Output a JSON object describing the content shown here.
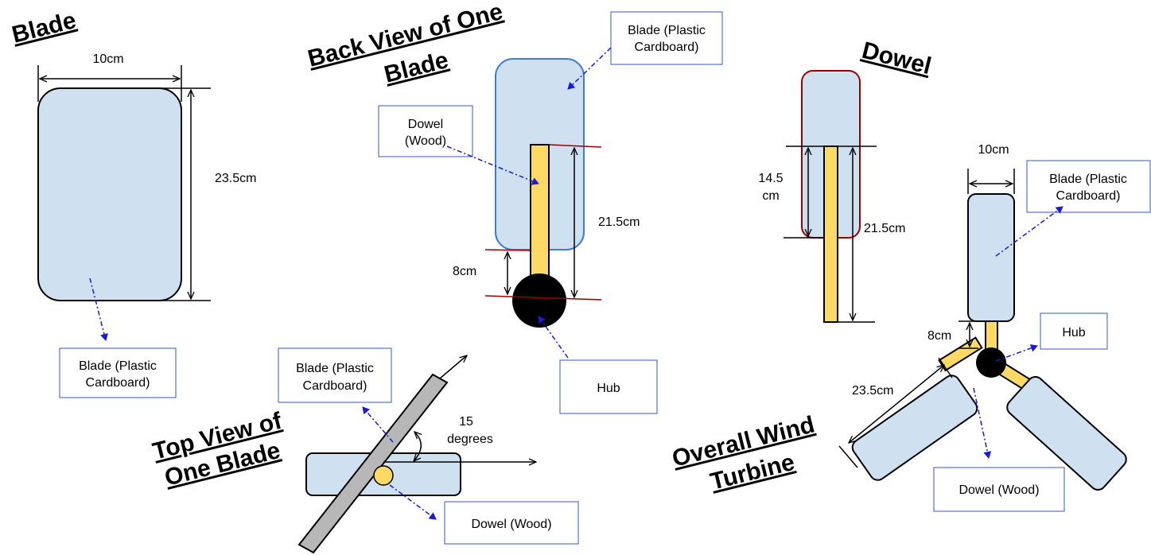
{
  "colors": {
    "blade_fill": "#cfe0f1",
    "dowel_fill": "#ffd966",
    "pointer": "#1a1ad6",
    "label_border": "#3355cc",
    "blue_outline": "#3d7bd6",
    "red_outline": "#990000"
  },
  "blade_panel": {
    "title": "Blade",
    "width_label": "10cm",
    "height_label": "23.5cm",
    "label_l1": "Blade (Plastic",
    "label_l2": "Cardboard)"
  },
  "back_view": {
    "title_l1": "Back View of One",
    "title_l2": "Blade",
    "blade_label_l1": "Blade (Plastic",
    "blade_label_l2": "Cardboard)",
    "dowel_label_l1": "Dowel",
    "dowel_label_l2": "(Wood)",
    "length_label": "21.5cm",
    "hub_offset_label": "8cm",
    "hub_label": "Hub"
  },
  "top_view": {
    "title_l1": "Top View of",
    "title_l2": "One Blade",
    "blade_label_l1": "Blade (Plastic",
    "blade_label_l2": "Cardboard)",
    "angle_l1": "15",
    "angle_l2": "degrees",
    "dowel_label": "Dowel (Wood)"
  },
  "dowel_panel": {
    "title": "Dowel",
    "inner_label_l1": "14.5",
    "inner_label_l2": "cm",
    "total_label": "21.5cm"
  },
  "overall": {
    "title_l1": "Overall Wind",
    "title_l2": "Turbine",
    "width_label": "10cm",
    "blade_label_l1": "Blade (Plastic",
    "blade_label_l2": "Cardboard)",
    "hub_offset_label": "8cm",
    "hub_label": "Hub",
    "blade_length_label": "23.5cm",
    "dowel_label": "Dowel (Wood)"
  }
}
